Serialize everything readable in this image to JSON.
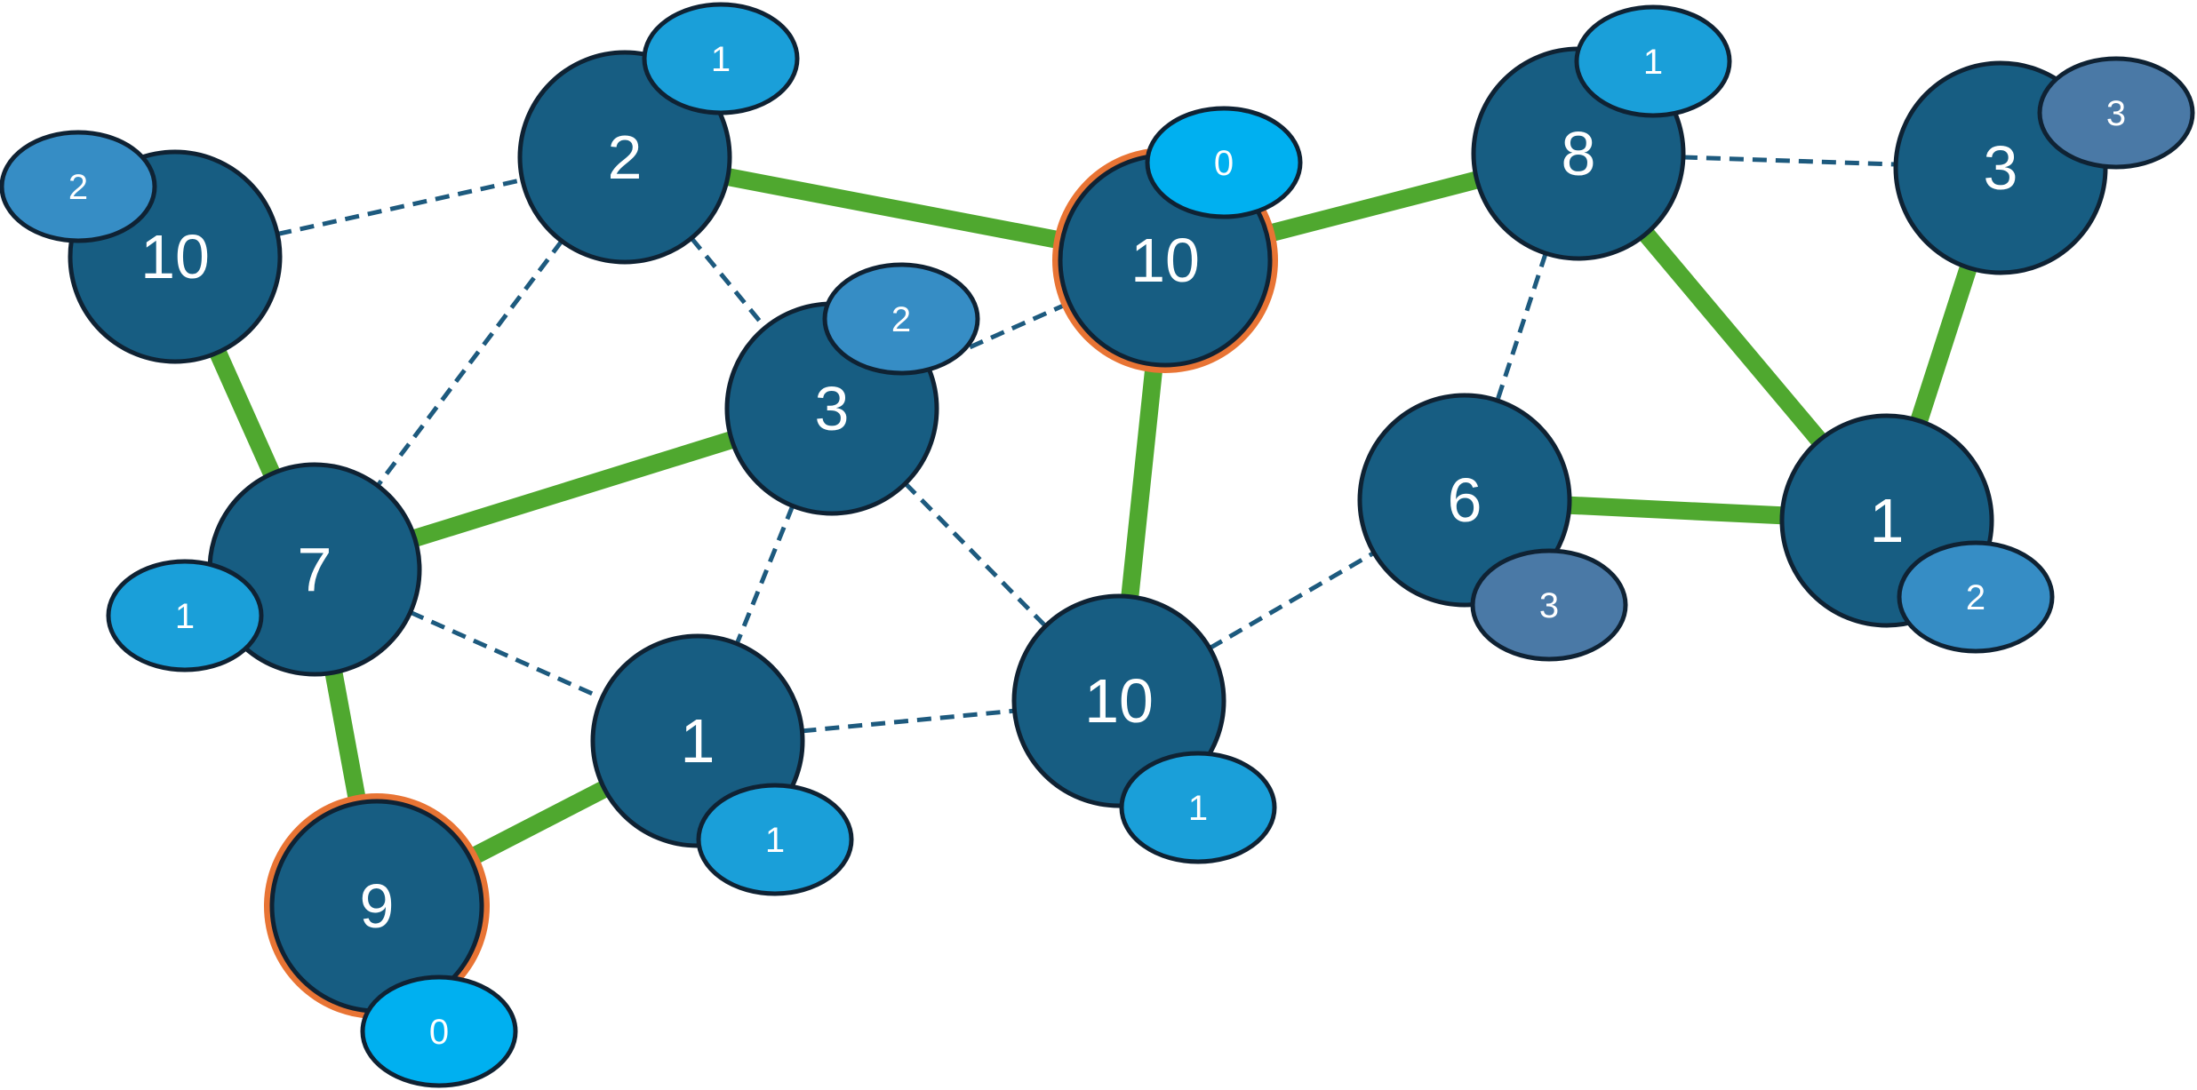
{
  "colors": {
    "node_fill": "#175d82",
    "node_stroke": "#0f2233",
    "highlight_ring": "#e87434",
    "tree_edge": "#4fa82f",
    "dashed_edge": "#1d5a7e",
    "badge_level_0": "#00b0f0",
    "badge_level_1": "#1a9fd9",
    "badge_level_2": "#368dc5",
    "badge_level_3": "#4a79a6"
  },
  "nodes": [
    {
      "id": "n1",
      "label": "10",
      "badge": "2",
      "badge_level": 2
    },
    {
      "id": "n2",
      "label": "2",
      "badge": "1",
      "badge_level": 1
    },
    {
      "id": "n3",
      "label": "10",
      "badge": "0",
      "badge_level": 0,
      "highlighted": true
    },
    {
      "id": "n4",
      "label": "8",
      "badge": "1",
      "badge_level": 1
    },
    {
      "id": "n5",
      "label": "3",
      "badge": "3",
      "badge_level": 3
    },
    {
      "id": "n6",
      "label": "7",
      "badge": "1",
      "badge_level": 1
    },
    {
      "id": "n7",
      "label": "3",
      "badge": "2",
      "badge_level": 2
    },
    {
      "id": "n8",
      "label": "6",
      "badge": "3",
      "badge_level": 3
    },
    {
      "id": "n9",
      "label": "1",
      "badge": "2",
      "badge_level": 2
    },
    {
      "id": "n10",
      "label": "1",
      "badge": "1",
      "badge_level": 1
    },
    {
      "id": "n11",
      "label": "10",
      "badge": "1",
      "badge_level": 1
    },
    {
      "id": "n12",
      "label": "9",
      "badge": "0",
      "badge_level": 0,
      "highlighted": true
    }
  ],
  "edges": [
    {
      "from": "n1",
      "to": "n6",
      "style": "tree"
    },
    {
      "from": "n2",
      "to": "n3",
      "style": "tree"
    },
    {
      "from": "n3",
      "to": "n4",
      "style": "tree"
    },
    {
      "from": "n3",
      "to": "n11",
      "style": "tree"
    },
    {
      "from": "n4",
      "to": "n9",
      "style": "tree"
    },
    {
      "from": "n5",
      "to": "n9",
      "style": "tree"
    },
    {
      "from": "n6",
      "to": "n7",
      "style": "tree"
    },
    {
      "from": "n6",
      "to": "n12",
      "style": "tree"
    },
    {
      "from": "n8",
      "to": "n9",
      "style": "tree"
    },
    {
      "from": "n10",
      "to": "n12",
      "style": "tree"
    },
    {
      "from": "n1",
      "to": "n2",
      "style": "dashed"
    },
    {
      "from": "n2",
      "to": "n6",
      "style": "dashed"
    },
    {
      "from": "n2",
      "to": "n7",
      "style": "dashed"
    },
    {
      "from": "n7",
      "to": "n3",
      "style": "dashed"
    },
    {
      "from": "n7",
      "to": "n10",
      "style": "dashed"
    },
    {
      "from": "n7",
      "to": "n11",
      "style": "dashed"
    },
    {
      "from": "n6",
      "to": "n10",
      "style": "dashed"
    },
    {
      "from": "n10",
      "to": "n11",
      "style": "dashed"
    },
    {
      "from": "n11",
      "to": "n8",
      "style": "dashed"
    },
    {
      "from": "n4",
      "to": "n8",
      "style": "dashed"
    },
    {
      "from": "n4",
      "to": "n5",
      "style": "dashed"
    }
  ]
}
